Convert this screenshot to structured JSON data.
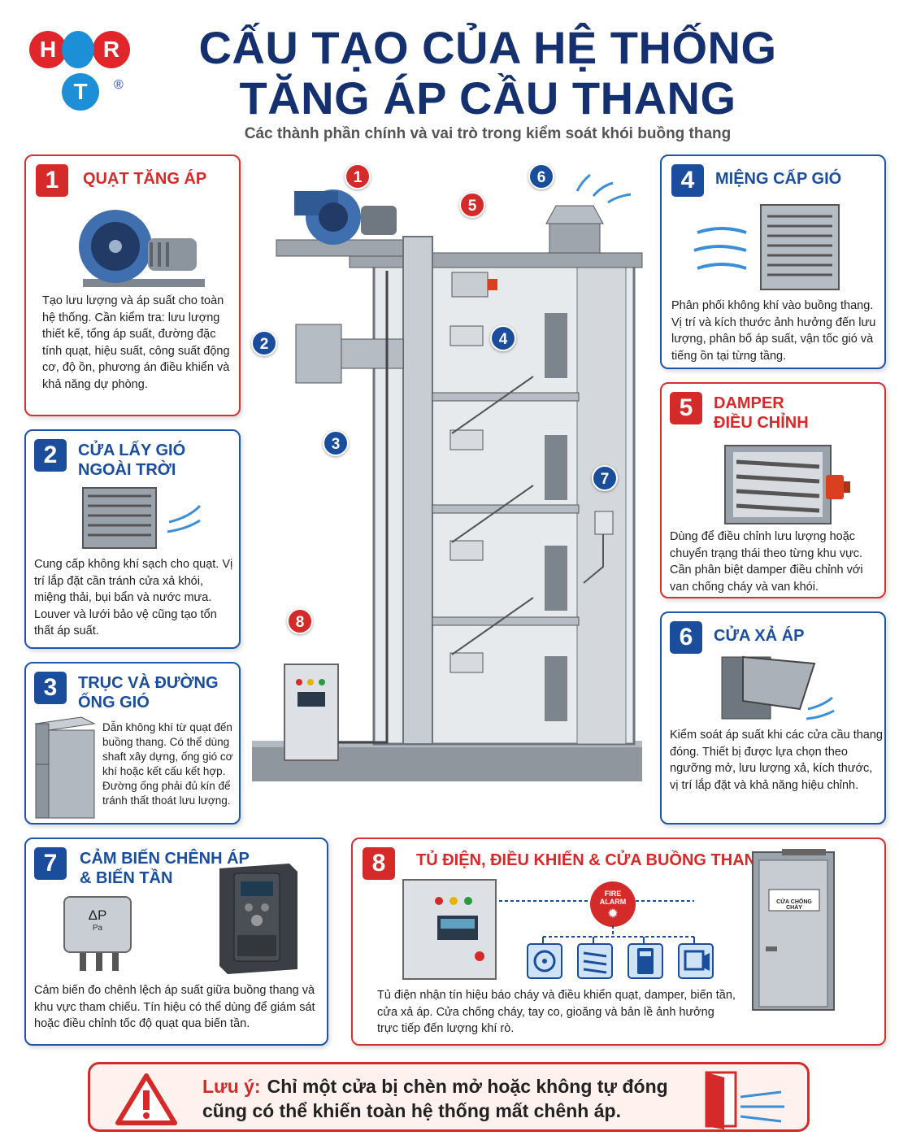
{
  "logo": {
    "letters": [
      "H",
      "R",
      "T"
    ],
    "registered": "®"
  },
  "header": {
    "title_line1": "CẤU TẠO CỦA HỆ THỐNG",
    "title_line2": "TĂNG ÁP CẦU THANG",
    "subtitle": "Các thành phần chính và vai trò trong kiểm soát khói buồng thang"
  },
  "cards": [
    {
      "num": "1",
      "title": "QUẠT TĂNG ÁP",
      "text": "Tạo lưu lượng và áp suất cho toàn hệ thống. Cần kiểm tra: lưu lượng thiết kế, tổng áp suất, đường đặc tính quạt, hiệu suất, công suất động cơ, độ ồn, phương án điều khiển và khả năng dự phòng.",
      "color": "red"
    },
    {
      "num": "2",
      "title_line1": "CỬA LẤY GIÓ",
      "title_line2": "NGOÀI TRỜI",
      "text": "Cung cấp không khí sạch cho quạt. Vị trí lắp đặt cần tránh cửa xả khói, miệng thải, bụi bẩn và nước mưa. Louver và lưới bảo vệ cũng tạo tổn thất áp suất.",
      "color": "blue"
    },
    {
      "num": "3",
      "title_line1": "TRỤC VÀ ĐƯỜNG",
      "title_line2": "ỐNG GIÓ",
      "text": "Dẫn không khí từ quạt đến buồng thang. Có thể dùng shaft xây dựng, ống gió cơ khí hoặc kết cấu kết hợp. Đường ống phải đủ kín để tránh thất thoát lưu lượng.",
      "color": "blue"
    },
    {
      "num": "4",
      "title": "MIỆNG CẤP GIÓ",
      "text": "Phân phối không khí vào buồng thang. Vị trí và kích thước ảnh hưởng đến lưu lượng, phân bố áp suất, vận tốc gió và tiếng ồn tại từng tầng.",
      "color": "blue"
    },
    {
      "num": "5",
      "title_line1": "DAMPER",
      "title_line2": "ĐIỀU CHỈNH",
      "text": "Dùng để điều chỉnh lưu lượng hoặc chuyển trạng thái theo từng khu vực. Cần phân biệt damper điều chỉnh với van chống cháy và van khói.",
      "color": "red"
    },
    {
      "num": "6",
      "title": "CỬA XẢ ÁP",
      "text": "Kiểm soát áp suất khi các cửa cầu thang đóng. Thiết bị được lựa chọn theo ngưỡng mở, lưu lượng xả, kích thước, vị trí lắp đặt và khả năng hiệu chỉnh.",
      "color": "blue"
    },
    {
      "num": "7",
      "title_line1": "CẢM BIẾN CHÊNH ÁP",
      "title_line2": "& BIẾN TẦN",
      "text": "Cảm biến đo chênh lệch áp suất giữa buồng thang và khu vực tham chiếu. Tín hiệu có thể dùng để giám sát hoặc điều chỉnh tốc độ quạt qua biến tần.",
      "color": "blue",
      "sensor_label": "ΔP",
      "sensor_unit": "Pa"
    },
    {
      "num": "8",
      "title": "TỦ ĐIỆN, ĐIỀU KHIỂN & CỬA BUỒNG THANG",
      "text": "Tủ điện nhận tín hiệu báo cháy và điều khiển quạt, damper, biến tần, cửa xả áp. Cửa chống cháy, tay co, gioăng và bản lề ảnh hưởng trực tiếp đến lượng khí rò.",
      "color": "red",
      "fire_alarm_line1": "FIRE",
      "fire_alarm_line2": "ALARM",
      "door_sign": "CỬA CHỐNG CHÁY"
    }
  ],
  "diagram_badges": [
    {
      "num": "1",
      "color": "red"
    },
    {
      "num": "2",
      "color": "blue"
    },
    {
      "num": "3",
      "color": "blue"
    },
    {
      "num": "4",
      "color": "blue"
    },
    {
      "num": "5",
      "color": "red"
    },
    {
      "num": "6",
      "color": "blue"
    },
    {
      "num": "7",
      "color": "blue"
    },
    {
      "num": "8",
      "color": "red"
    }
  ],
  "note": {
    "label": "Lưu ý:",
    "line1": "Chỉ một cửa bị chèn mở hoặc không tự đóng",
    "line2": "cũng có thể khiến toàn hệ thống mất chênh áp."
  },
  "colors": {
    "navy": "#14306e",
    "red": "#d42a2a",
    "blue": "#1a4d9c"
  }
}
